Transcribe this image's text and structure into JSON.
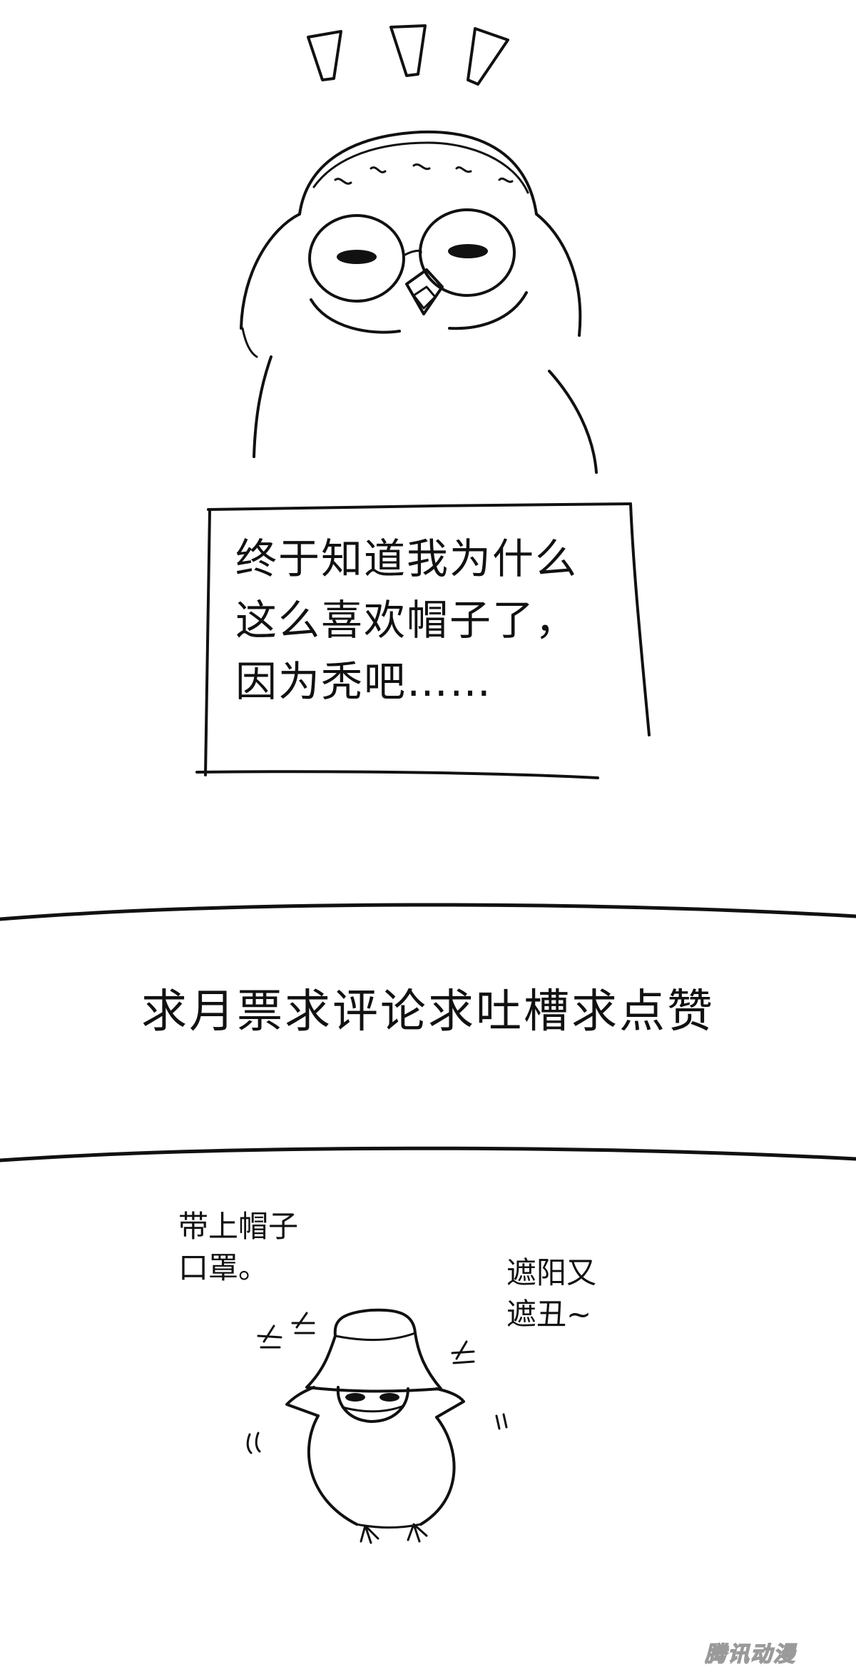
{
  "panel_1": {
    "caption_lines": [
      "终于知道我为什么",
      "这么喜欢帽子了，",
      "因为秃吧……"
    ]
  },
  "panel_2": {
    "request_text": "求月票求评论求吐槽求点赞"
  },
  "panel_3": {
    "note_left_lines": [
      "带上帽子",
      "口罩。"
    ],
    "note_right_lines": [
      "遮阳又",
      "遮丑~"
    ]
  },
  "watermark": {
    "text": "腾讯动漫"
  },
  "colors": {
    "ink": "#111111",
    "paper": "#ffffff",
    "watermark_outline": "#9a9a9a"
  },
  "icons": {
    "surprise_marks": "surprise-marks-icon",
    "character_main": "bald-bird-character-icon",
    "character_hat": "bird-with-bucket-hat-icon"
  }
}
